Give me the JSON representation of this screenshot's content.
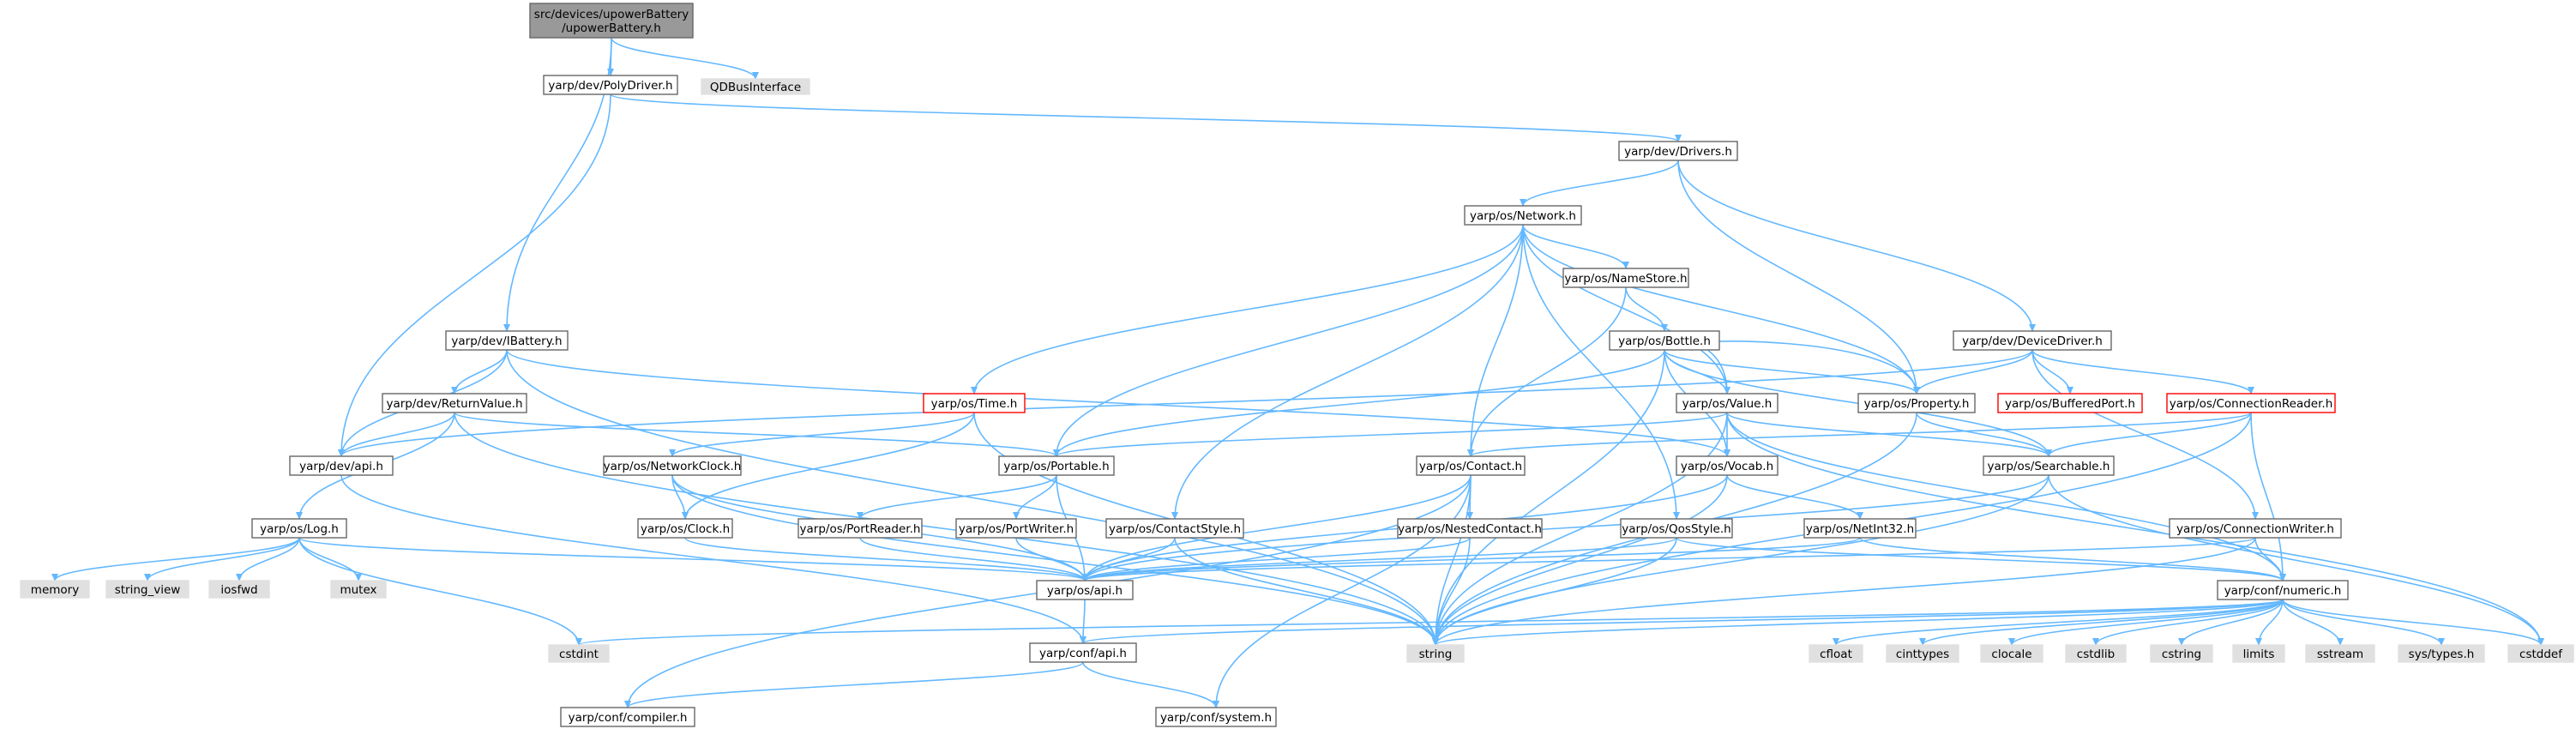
{
  "colors": {
    "node_fill": "#ffffff",
    "node_stroke": "#666666",
    "root_fill": "#999999",
    "root_stroke": "#666666",
    "external_fill": "#e0e0e0",
    "external_stroke": "#e0e0e0",
    "truncated_stroke": "#ff0000",
    "edge": "#63b8ff"
  },
  "nodes": [
    {
      "id": "root",
      "label": "src/devices/upowerBattery\n/upowerBattery.h",
      "kind": "root"
    },
    {
      "id": "polydriver",
      "label": "yarp/dev/PolyDriver.h",
      "kind": "normal"
    },
    {
      "id": "qdbus",
      "label": "QDBusInterface",
      "kind": "external"
    },
    {
      "id": "drivers",
      "label": "yarp/dev/Drivers.h",
      "kind": "normal"
    },
    {
      "id": "network",
      "label": "yarp/os/Network.h",
      "kind": "normal"
    },
    {
      "id": "namestore",
      "label": "yarp/os/NameStore.h",
      "kind": "normal"
    },
    {
      "id": "ibattery",
      "label": "yarp/dev/IBattery.h",
      "kind": "normal"
    },
    {
      "id": "bottle",
      "label": "yarp/os/Bottle.h",
      "kind": "normal"
    },
    {
      "id": "devicedriver",
      "label": "yarp/dev/DeviceDriver.h",
      "kind": "normal"
    },
    {
      "id": "returnvalue",
      "label": "yarp/dev/ReturnValue.h",
      "kind": "normal"
    },
    {
      "id": "time",
      "label": "yarp/os/Time.h",
      "kind": "truncated"
    },
    {
      "id": "value",
      "label": "yarp/os/Value.h",
      "kind": "normal"
    },
    {
      "id": "property",
      "label": "yarp/os/Property.h",
      "kind": "normal"
    },
    {
      "id": "bufferedport",
      "label": "yarp/os/BufferedPort.h",
      "kind": "truncated"
    },
    {
      "id": "connectionreader",
      "label": "yarp/os/ConnectionReader.h",
      "kind": "truncated"
    },
    {
      "id": "devapi",
      "label": "yarp/dev/api.h",
      "kind": "normal"
    },
    {
      "id": "networkclock",
      "label": "yarp/os/NetworkClock.h",
      "kind": "normal"
    },
    {
      "id": "portable",
      "label": "yarp/os/Portable.h",
      "kind": "normal"
    },
    {
      "id": "contact",
      "label": "yarp/os/Contact.h",
      "kind": "normal"
    },
    {
      "id": "vocab",
      "label": "yarp/os/Vocab.h",
      "kind": "normal"
    },
    {
      "id": "searchable",
      "label": "yarp/os/Searchable.h",
      "kind": "normal"
    },
    {
      "id": "log",
      "label": "yarp/os/Log.h",
      "kind": "normal"
    },
    {
      "id": "clock",
      "label": "yarp/os/Clock.h",
      "kind": "normal"
    },
    {
      "id": "portreader",
      "label": "yarp/os/PortReader.h",
      "kind": "normal"
    },
    {
      "id": "portwriter",
      "label": "yarp/os/PortWriter.h",
      "kind": "normal"
    },
    {
      "id": "contactstyle",
      "label": "yarp/os/ContactStyle.h",
      "kind": "normal"
    },
    {
      "id": "nestedcontact",
      "label": "yarp/os/NestedContact.h",
      "kind": "normal"
    },
    {
      "id": "qosstyle",
      "label": "yarp/os/QosStyle.h",
      "kind": "normal"
    },
    {
      "id": "netint32",
      "label": "yarp/os/NetInt32.h",
      "kind": "normal"
    },
    {
      "id": "connectionwriter",
      "label": "yarp/os/ConnectionWriter.h",
      "kind": "normal"
    },
    {
      "id": "memory",
      "label": "memory",
      "kind": "external"
    },
    {
      "id": "string_view",
      "label": "string_view",
      "kind": "external"
    },
    {
      "id": "iosfwd",
      "label": "iosfwd",
      "kind": "external"
    },
    {
      "id": "mutex",
      "label": "mutex",
      "kind": "external"
    },
    {
      "id": "osapi",
      "label": "yarp/os/api.h",
      "kind": "normal"
    },
    {
      "id": "numeric",
      "label": "yarp/conf/numeric.h",
      "kind": "normal"
    },
    {
      "id": "cstdint",
      "label": "cstdint",
      "kind": "external"
    },
    {
      "id": "confapi",
      "label": "yarp/conf/api.h",
      "kind": "normal"
    },
    {
      "id": "string",
      "label": "string",
      "kind": "external"
    },
    {
      "id": "cfloat",
      "label": "cfloat",
      "kind": "external"
    },
    {
      "id": "cinttypes",
      "label": "cinttypes",
      "kind": "external"
    },
    {
      "id": "clocale",
      "label": "clocale",
      "kind": "external"
    },
    {
      "id": "cstdlib",
      "label": "cstdlib",
      "kind": "external"
    },
    {
      "id": "cstring",
      "label": "cstring",
      "kind": "external"
    },
    {
      "id": "limits",
      "label": "limits",
      "kind": "external"
    },
    {
      "id": "sstream",
      "label": "sstream",
      "kind": "external"
    },
    {
      "id": "systypes",
      "label": "sys/types.h",
      "kind": "external"
    },
    {
      "id": "cstddef",
      "label": "cstddef",
      "kind": "external"
    },
    {
      "id": "compiler",
      "label": "yarp/conf/compiler.h",
      "kind": "normal"
    },
    {
      "id": "system",
      "label": "yarp/conf/system.h",
      "kind": "normal"
    }
  ],
  "edges": [
    [
      "root",
      "polydriver"
    ],
    [
      "root",
      "qdbus"
    ],
    [
      "root",
      "ibattery"
    ],
    [
      "polydriver",
      "drivers"
    ],
    [
      "polydriver",
      "devapi"
    ],
    [
      "drivers",
      "network"
    ],
    [
      "drivers",
      "devicedriver"
    ],
    [
      "drivers",
      "property"
    ],
    [
      "network",
      "namestore"
    ],
    [
      "network",
      "time"
    ],
    [
      "network",
      "value"
    ],
    [
      "network",
      "property"
    ],
    [
      "network",
      "portable"
    ],
    [
      "network",
      "contact"
    ],
    [
      "network",
      "contactstyle"
    ],
    [
      "network",
      "qosstyle"
    ],
    [
      "namestore",
      "bottle"
    ],
    [
      "namestore",
      "contact"
    ],
    [
      "ibattery",
      "returnvalue"
    ],
    [
      "ibattery",
      "devapi"
    ],
    [
      "ibattery",
      "vocab"
    ],
    [
      "ibattery",
      "string"
    ],
    [
      "bottle",
      "value"
    ],
    [
      "bottle",
      "property"
    ],
    [
      "bottle",
      "portable"
    ],
    [
      "bottle",
      "vocab"
    ],
    [
      "bottle",
      "searchable"
    ],
    [
      "bottle",
      "string"
    ],
    [
      "devicedriver",
      "property"
    ],
    [
      "devicedriver",
      "bufferedport"
    ],
    [
      "devicedriver",
      "connectionreader"
    ],
    [
      "devicedriver",
      "connectionwriter"
    ],
    [
      "devicedriver",
      "devapi"
    ],
    [
      "returnvalue",
      "log"
    ],
    [
      "returnvalue",
      "devapi"
    ],
    [
      "returnvalue",
      "portable"
    ],
    [
      "returnvalue",
      "string"
    ],
    [
      "time",
      "networkclock"
    ],
    [
      "time",
      "clock"
    ],
    [
      "time",
      "string"
    ],
    [
      "value",
      "bottle"
    ],
    [
      "value",
      "vocab"
    ],
    [
      "value",
      "searchable"
    ],
    [
      "value",
      "portable"
    ],
    [
      "value",
      "numeric"
    ],
    [
      "value",
      "string"
    ],
    [
      "value",
      "cstddef"
    ],
    [
      "property",
      "bottle"
    ],
    [
      "property",
      "searchable"
    ],
    [
      "property",
      "string"
    ],
    [
      "connectionreader",
      "contact"
    ],
    [
      "connectionreader",
      "searchable"
    ],
    [
      "connectionreader",
      "numeric"
    ],
    [
      "connectionreader",
      "string"
    ],
    [
      "devapi",
      "confapi"
    ],
    [
      "networkclock",
      "clock"
    ],
    [
      "networkclock",
      "osapi"
    ],
    [
      "networkclock",
      "string"
    ],
    [
      "portable",
      "portreader"
    ],
    [
      "portable",
      "portwriter"
    ],
    [
      "portable",
      "osapi"
    ],
    [
      "contact",
      "nestedcontact"
    ],
    [
      "contact",
      "osapi"
    ],
    [
      "contact",
      "string"
    ],
    [
      "contact",
      "system"
    ],
    [
      "contact",
      "compiler"
    ],
    [
      "vocab",
      "netint32"
    ],
    [
      "vocab",
      "osapi"
    ],
    [
      "vocab",
      "string"
    ],
    [
      "searchable",
      "osapi"
    ],
    [
      "searchable",
      "string"
    ],
    [
      "searchable",
      "cstddef"
    ],
    [
      "log",
      "memory"
    ],
    [
      "log",
      "string_view"
    ],
    [
      "log",
      "iosfwd"
    ],
    [
      "log",
      "mutex"
    ],
    [
      "log",
      "cstdint"
    ],
    [
      "log",
      "osapi"
    ],
    [
      "clock",
      "osapi"
    ],
    [
      "portreader",
      "osapi"
    ],
    [
      "portwriter",
      "osapi"
    ],
    [
      "contactstyle",
      "osapi"
    ],
    [
      "contactstyle",
      "string"
    ],
    [
      "nestedcontact",
      "osapi"
    ],
    [
      "nestedcontact",
      "string"
    ],
    [
      "qosstyle",
      "osapi"
    ],
    [
      "qosstyle",
      "numeric"
    ],
    [
      "qosstyle",
      "string"
    ],
    [
      "netint32",
      "numeric"
    ],
    [
      "netint32",
      "osapi"
    ],
    [
      "connectionwriter",
      "numeric"
    ],
    [
      "connectionwriter",
      "osapi"
    ],
    [
      "connectionwriter",
      "string"
    ],
    [
      "osapi",
      "confapi"
    ],
    [
      "numeric",
      "confapi"
    ],
    [
      "numeric",
      "cstdint"
    ],
    [
      "numeric",
      "string"
    ],
    [
      "numeric",
      "cfloat"
    ],
    [
      "numeric",
      "cinttypes"
    ],
    [
      "numeric",
      "clocale"
    ],
    [
      "numeric",
      "cstdlib"
    ],
    [
      "numeric",
      "cstring"
    ],
    [
      "numeric",
      "limits"
    ],
    [
      "numeric",
      "sstream"
    ],
    [
      "numeric",
      "systypes"
    ],
    [
      "numeric",
      "cstddef"
    ],
    [
      "confapi",
      "compiler"
    ],
    [
      "confapi",
      "system"
    ]
  ]
}
